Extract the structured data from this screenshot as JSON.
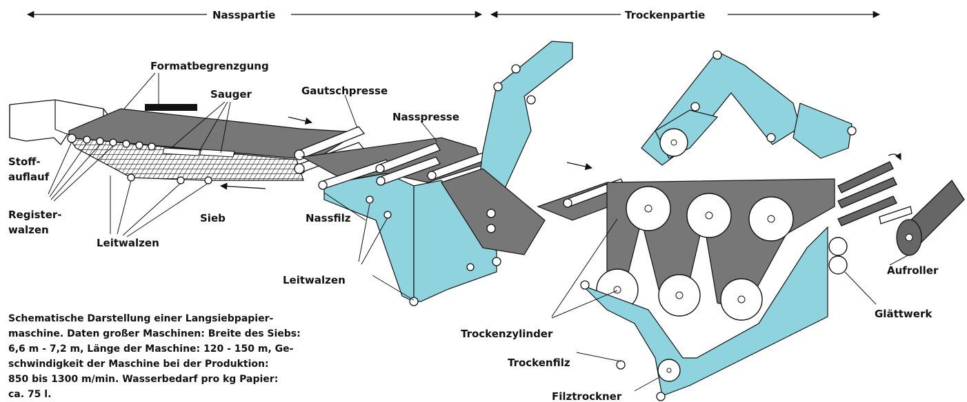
{
  "sections": {
    "wet": "Nasspartie",
    "dry": "Trockenpartie"
  },
  "labels": {
    "formatbegrenzung": "Formatbegrenzgung",
    "sauger": "Sauger",
    "gautschpresse": "Gautschpresse",
    "nasspresse": "Nasspresse",
    "stoffauflauf_1": "Stoff-",
    "stoffauflauf_2": "auflauf",
    "registerwalzen_1": "Register-",
    "registerwalzen_2": "walzen",
    "leitwalzen_left": "Leitwalzen",
    "sieb": "Sieb",
    "nassfilz": "Nassfilz",
    "leitwalzen_mid": "Leitwalzen",
    "trockenzylinder": "Trockenzylinder",
    "trockenfilz": "Trockenfilz",
    "filztrockner": "Filztrockner",
    "aufroller": "Aufroller",
    "glaettwerk": "Glättwerk"
  },
  "caption": [
    "Schematische Darstellung einer Langsiebpapier-",
    "maschine. Daten großer Maschinen: Breite des Siebs:",
    "6,6 m - 7,2 m, Länge der Maschine: 120 - 150 m, Ge-",
    "schwindigkeit der Maschine bei der Produktion:",
    "850 bis 1300 m/min. Wasserbedarf pro kg Papier:",
    "ca. 75 l."
  ],
  "colors": {
    "felt": "#8fd3df",
    "paper": "#777777"
  }
}
